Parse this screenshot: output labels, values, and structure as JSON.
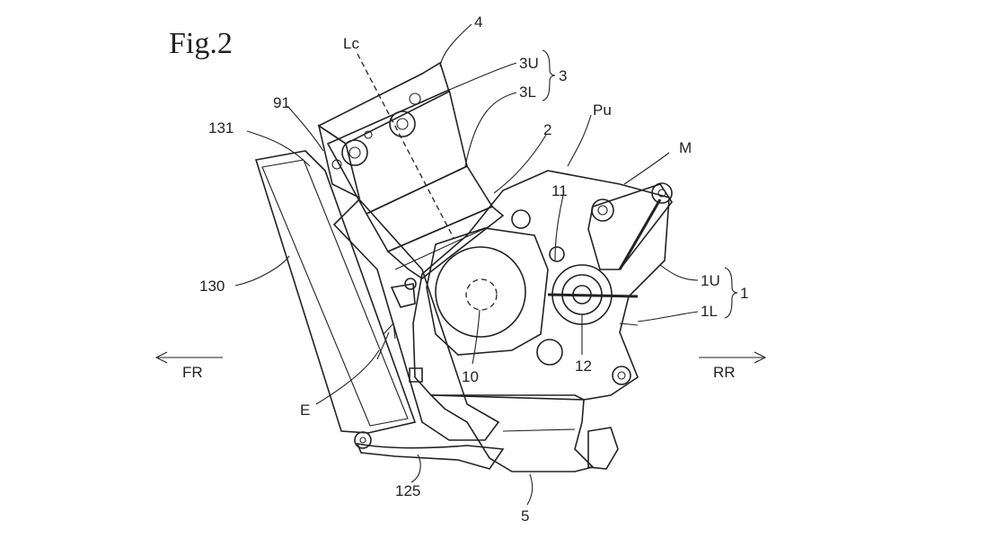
{
  "figure": {
    "title": "Fig.2"
  },
  "labels": {
    "l4": "4",
    "lc": "Lc",
    "l3u": "3U",
    "l3": "3",
    "l3l": "3L",
    "lpu": "Pu",
    "l91": "91",
    "l131": "131",
    "l2": "2",
    "lm": "M",
    "l11": "11",
    "l130": "130",
    "l1u": "1U",
    "l1": "1",
    "l1l": "1L",
    "l10": "10",
    "l12": "12",
    "le": "E",
    "l125": "125",
    "l5": "5"
  },
  "directions": {
    "front": "FR",
    "rear": "RR"
  }
}
